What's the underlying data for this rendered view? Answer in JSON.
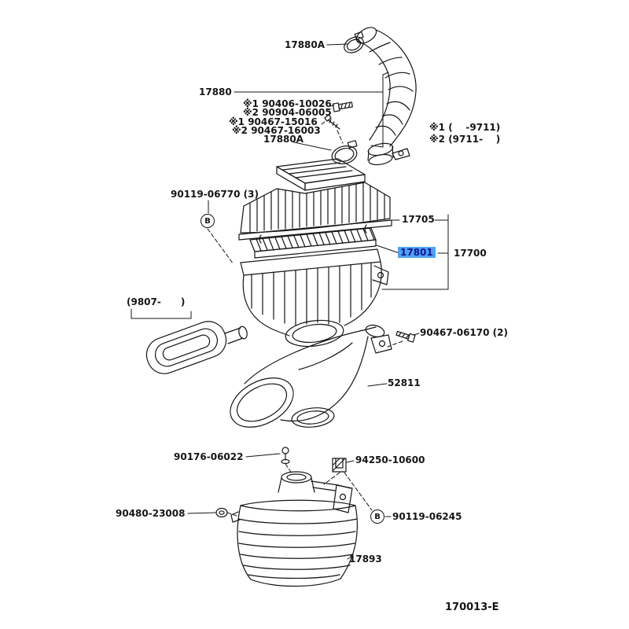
{
  "diagram": {
    "title_code": "170013-E",
    "highlight_color": "#4da3f0",
    "line_color": "#151515",
    "selected_part": "17801",
    "callouts": {
      "hose_clamp_upper": "17880A",
      "hose_assembly": "17880",
      "stud_note1": "※1 90406-10026",
      "stud_note2": "※2 90904-06005",
      "clamp_note1": "※1 90467-15016",
      "clamp_note2": "※2 90467-16003",
      "hose_clamp_lower": "17880A",
      "cap_bolt": "90119-06770 (3)",
      "cleaner_cap": "17705",
      "filter_element": "17801",
      "cleaner_case": "17700",
      "pipe_bolt": "90467-06170 (2)",
      "inlet_pipe": "52811",
      "cushion_upper": "90176-06022",
      "clip": "94250-10600",
      "grommet": "90480-23008",
      "resonator_bolt": "90119-06245",
      "resonator": "17893"
    },
    "applicability_notes": {
      "note_1": "※1 (    -9711)",
      "note_2": "※2 (9711-    )",
      "duct_range": "(9807-      )"
    },
    "bolt_symbol": "B"
  }
}
